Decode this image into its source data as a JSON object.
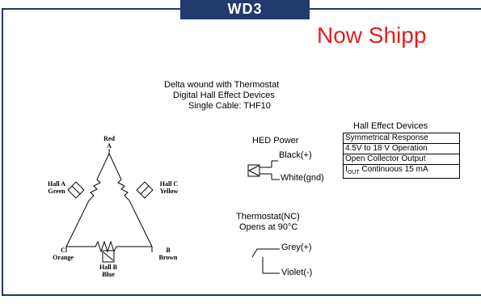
{
  "header": {
    "model": "WD3",
    "banner": "Now Shipp"
  },
  "description": {
    "line1": "Delta wound with Thermostat",
    "line2": "Digital Hall Effect Devices",
    "line3": "Single Cable: THF10"
  },
  "winding_labels": {
    "red": [
      "Red",
      "A"
    ],
    "hall_a": [
      "Hall A",
      "Green"
    ],
    "hall_c": [
      "Hall C",
      "Yellow"
    ],
    "orange": [
      "C",
      "Orange"
    ],
    "brown": [
      "B",
      "Brown"
    ],
    "hall_b": [
      "Hall B",
      "Blue"
    ]
  },
  "hed_power": {
    "title": "HED Power",
    "positive": "Black(+)",
    "ground": "White(gnd)"
  },
  "hall_devices": {
    "title": "Hall Effect Devices",
    "rows": [
      "Symmetrical Response",
      "4.5V to 18 V Operation",
      "Open Collector Output"
    ],
    "last_row_prefix": "I",
    "last_row_sub": "OUT",
    "last_row_rest": " Continuous  15 mA"
  },
  "thermostat": {
    "title": "Thermostat(NC)",
    "subtitle": "Opens at 90°C",
    "positive": "Grey(+)",
    "negative": "Violet(-)"
  }
}
